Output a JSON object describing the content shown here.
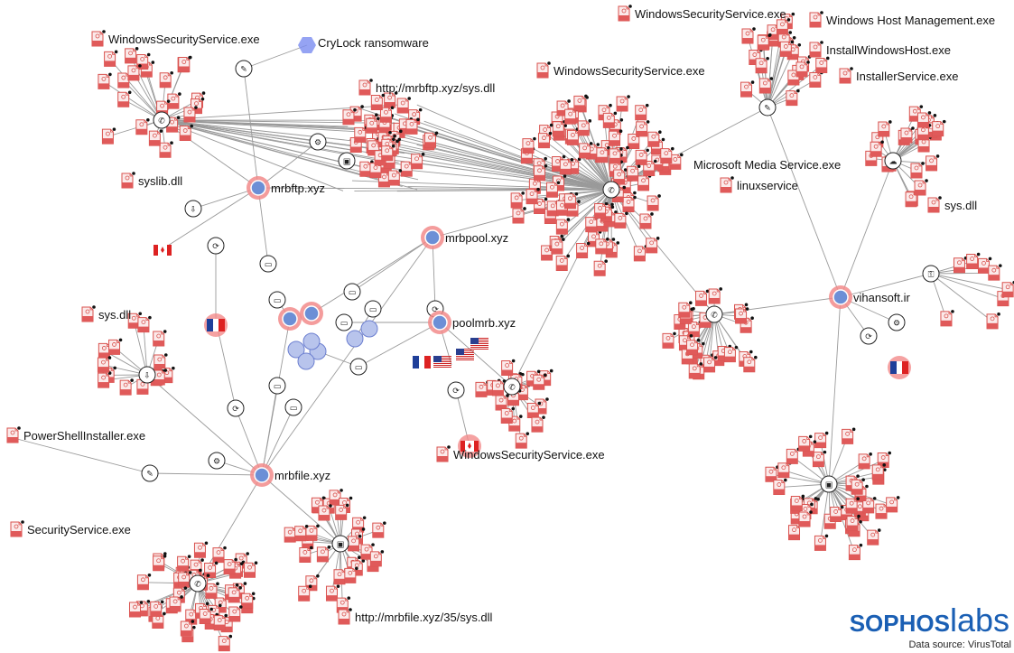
{
  "labels": {
    "wss_top_left": "WindowsSecurityService.exe",
    "crylock": "CryLock ransomware",
    "http_sys": "http://mrbftp.xyz/sys.dll",
    "syslib": "syslib.dll",
    "mrbftp": "mrbftp.xyz",
    "mrbpool": "mrbpool.xyz",
    "poolmrb": "poolmrb.xyz",
    "sys_left": "sys.dll",
    "psinstaller": "PowerShellInstaller.exe",
    "mrbfile": "mrbfile.xyz",
    "security_service": "SecurityService.exe",
    "http_mrbfile": "http://mrbfile.xyz/35/sys.dll",
    "wss_bottom": "WindowsSecurityService.exe",
    "wss_center": "WindowsSecurityService.exe",
    "wss_top_right": "WindowsSecurityService.exe",
    "host_mgmt": "Windows Host Management.exe",
    "install_host": "InstallWindowsHost.exe",
    "installer_service": "InstallerService.exe",
    "media_service": "Microsoft Media Service.exe",
    "linuxservice": "linuxservice",
    "sys_right": "sys.dll",
    "vihansoft": "vihansoft.ir"
  },
  "branding": {
    "logo_part1": "SOPHOS",
    "logo_part2": "labs",
    "source": "Data source: VirusTotal"
  },
  "colors": {
    "file_icon": "#d9534f",
    "domain_ring": "#f28b8b",
    "domain_core": "#6c8fd6",
    "crylock": "#7b8cf0",
    "edge": "#9a9a9a",
    "brand": "#1a5fb4"
  }
}
